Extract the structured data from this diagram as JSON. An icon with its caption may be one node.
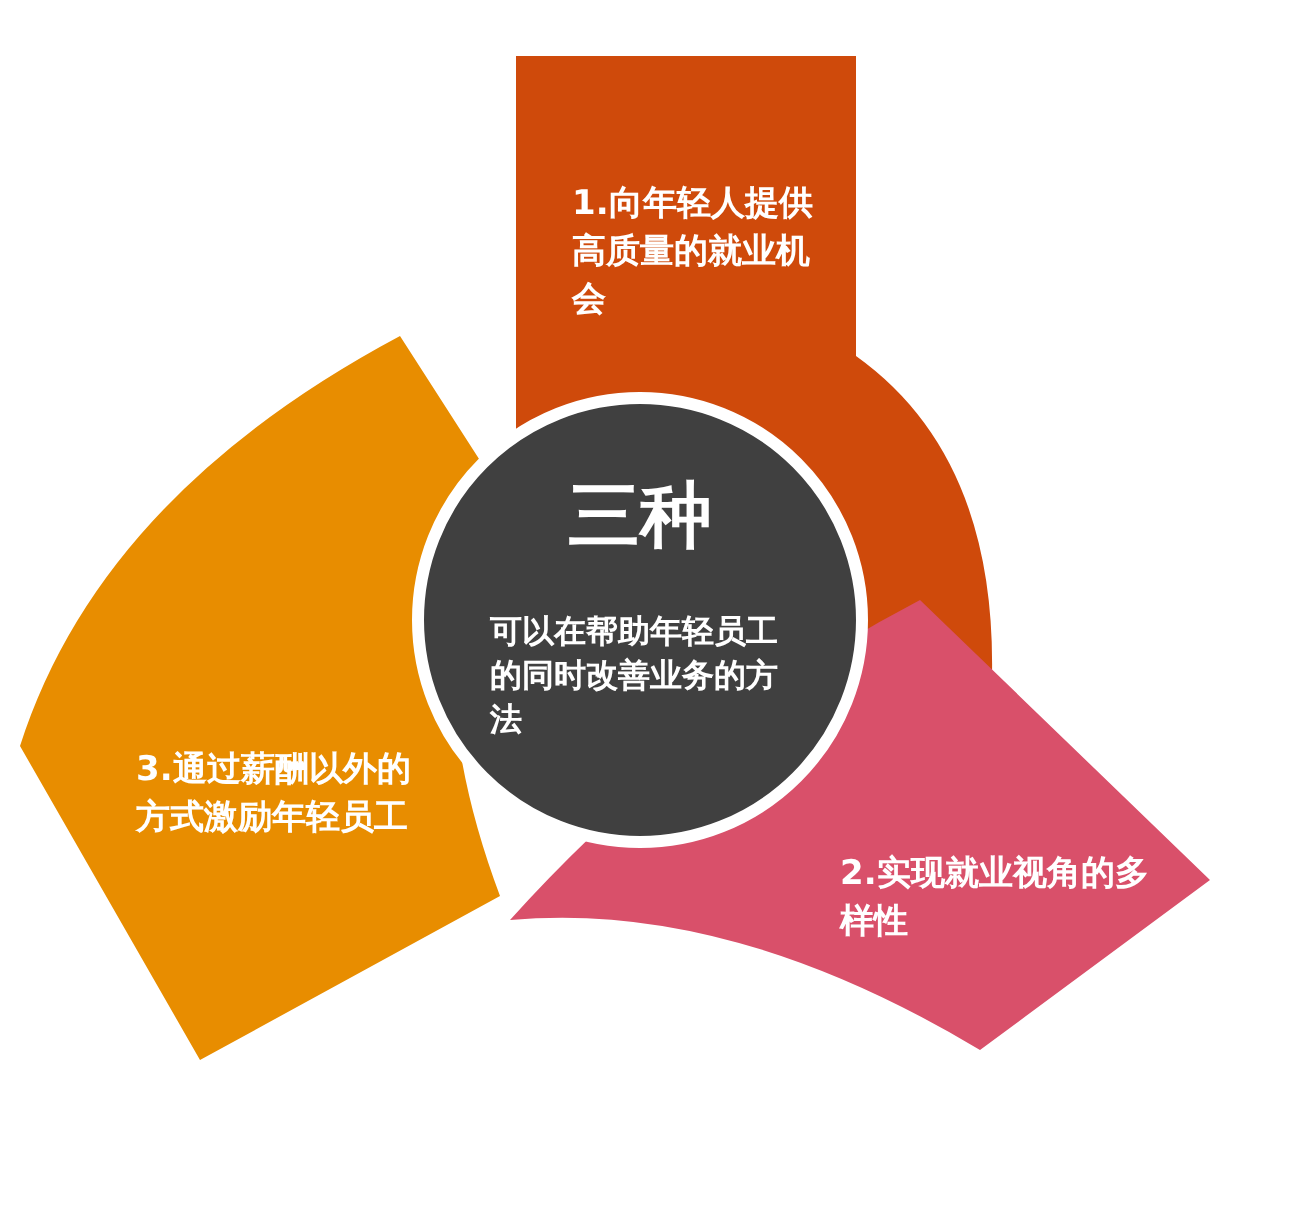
{
  "diagram": {
    "nodes": [
      {
        "text": [
          "三种",
          "可以在帮助年轻员工的同时改善业务的方法"
        ]
      },
      {
        "text": [
          "1.向年轻人提供高质量的就业机会"
        ]
      },
      {
        "text": [
          "2.实现就业视角的多样性"
        ]
      },
      {
        "text": [
          "3.通过薪酬以外的方式激励年轻员工"
        ]
      }
    ],
    "edges": []
  }
}
